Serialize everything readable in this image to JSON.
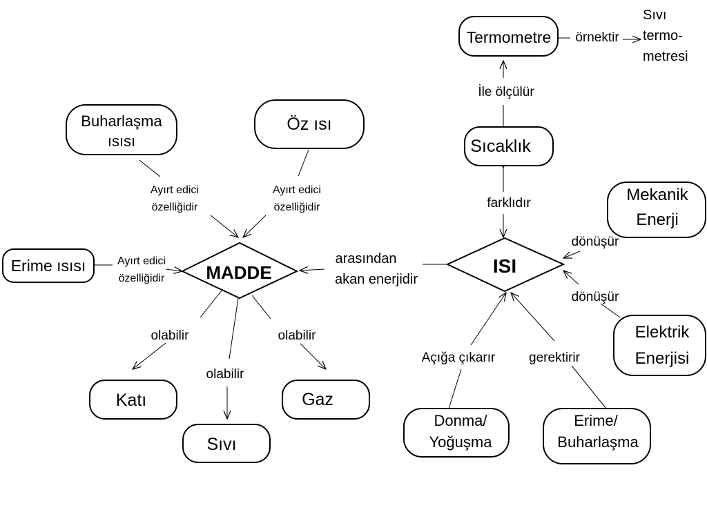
{
  "nodes": {
    "madde": "MADDE",
    "isi": "ISI",
    "buharlasma_isisi": [
      "Buharlaşma",
      "ısısı"
    ],
    "oz_isi": "Öz ısı",
    "erime_isisi": "Erime ısısı",
    "kati": "Katı",
    "sivi": "Sıvı",
    "gaz": "Gaz",
    "sicaklik": "Sıcaklık",
    "termometre": "Termometre",
    "sivi_termometresi": [
      "Sıvı",
      "termo-",
      "metresi"
    ],
    "mekanik_enerji": [
      "Mekanik",
      "Enerji"
    ],
    "elektrik_enerjisi": [
      "Elektrik",
      "Enerjisi"
    ],
    "donma_yogusma": [
      "Donma/",
      "Yoğuşma"
    ],
    "erime_buharlasma": [
      "Erime/",
      "Buharlaşma"
    ]
  },
  "labels": {
    "ayirt_edici_1": [
      "Ayırt edici",
      "özelliğidir"
    ],
    "ayirt_edici_2": [
      "Ayırt edici",
      "özelliğidir"
    ],
    "ayirt_edici_3": [
      "Ayırt edici",
      "özelliğidir"
    ],
    "olabilir_kati": "olabilir",
    "olabilir_sivi": "olabilir",
    "olabilir_gaz": "olabilir",
    "arasindan": [
      "arasından",
      "akan enerjidir"
    ],
    "farklidir": "farklıdır",
    "ile_olculur": "İle ölçülür",
    "ornektir": "örnektir",
    "donusur_1": "dönüşür",
    "donusur_2": "dönüşür",
    "aciga_cikarir": "Açığa çıkarır",
    "gerektirir": "gerektirir"
  }
}
